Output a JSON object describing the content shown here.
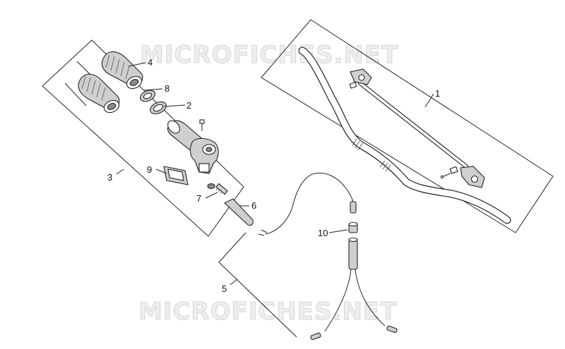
{
  "watermark": {
    "top": "MICROFICHES.NET",
    "bottom": "MICROFICHES.NET"
  },
  "callouts": {
    "c1": "1",
    "c2": "2",
    "c3": "3",
    "c4": "4",
    "c5": "5",
    "c6": "6",
    "c7": "7",
    "c8": "8",
    "c9": "9",
    "c10": "10"
  }
}
